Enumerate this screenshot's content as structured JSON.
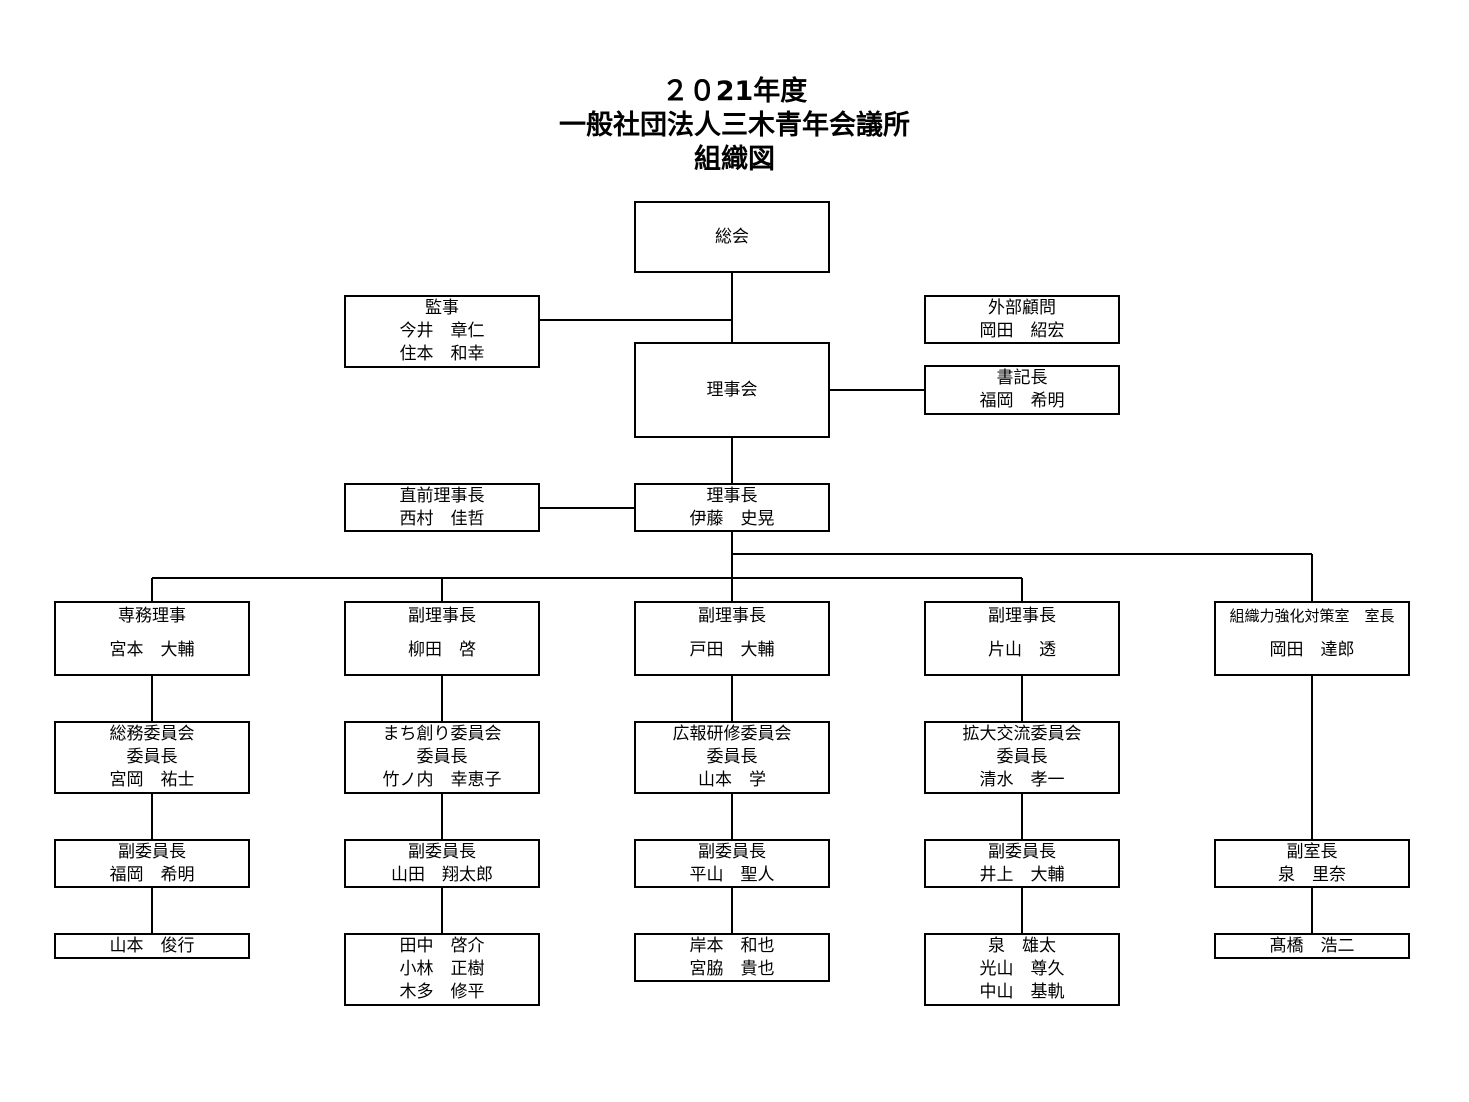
{
  "title": {
    "line1": "２０21年度",
    "line2": "一般社団法人三木青年会議所",
    "line3": "組織図"
  },
  "boxes": {
    "sokai": [
      "総会"
    ],
    "kanji": [
      "監事",
      "今井　章仁",
      "住本　和幸"
    ],
    "gaibu": [
      "外部顧問",
      "岡田　紹宏"
    ],
    "rijikai": [
      "理事会"
    ],
    "shoki": [
      "書記長",
      "福岡　希明"
    ],
    "chokuzen": [
      "直前理事長",
      "西村　佳哲"
    ],
    "rijicho": [
      "理事長",
      "伊藤　史晃"
    ],
    "senmu": [
      "専務理事",
      "宮本　大輔"
    ],
    "fuku1": [
      "副理事長",
      "柳田　啓"
    ],
    "fuku2": [
      "副理事長",
      "戸田　大輔"
    ],
    "fuku3": [
      "副理事長",
      "片山　透"
    ],
    "soshiki": [
      "組織力強化対策室　室長",
      "岡田　達郎"
    ],
    "somu": [
      "総務委員会",
      "委員長",
      "宮岡　祐士"
    ],
    "machi": [
      "まち創り委員会",
      "委員長",
      "竹ノ内　幸恵子"
    ],
    "koho": [
      "広報研修委員会",
      "委員長",
      "山本　学"
    ],
    "kakudai": [
      "拡大交流委員会",
      "委員長",
      "清水　孝一"
    ],
    "somu_fuku": [
      "副委員長",
      "福岡　希明"
    ],
    "machi_fuku": [
      "副委員長",
      "山田　翔太郎"
    ],
    "koho_fuku": [
      "副委員長",
      "平山　聖人"
    ],
    "kakudai_fuku": [
      "副委員長",
      "井上　大輔"
    ],
    "soshiki_fuku": [
      "副室長",
      "泉　里奈"
    ],
    "somu_mem": [
      "山本　俊行"
    ],
    "machi_mem": [
      "田中　啓介",
      "小林　正樹",
      "木多　修平"
    ],
    "koho_mem": [
      "岸本　和也",
      "宮脇　貴也"
    ],
    "kakudai_mem": [
      "泉　雄太",
      "光山　尊久",
      "中山　基軌"
    ],
    "soshiki_mem": [
      "髙橋　浩二"
    ]
  }
}
